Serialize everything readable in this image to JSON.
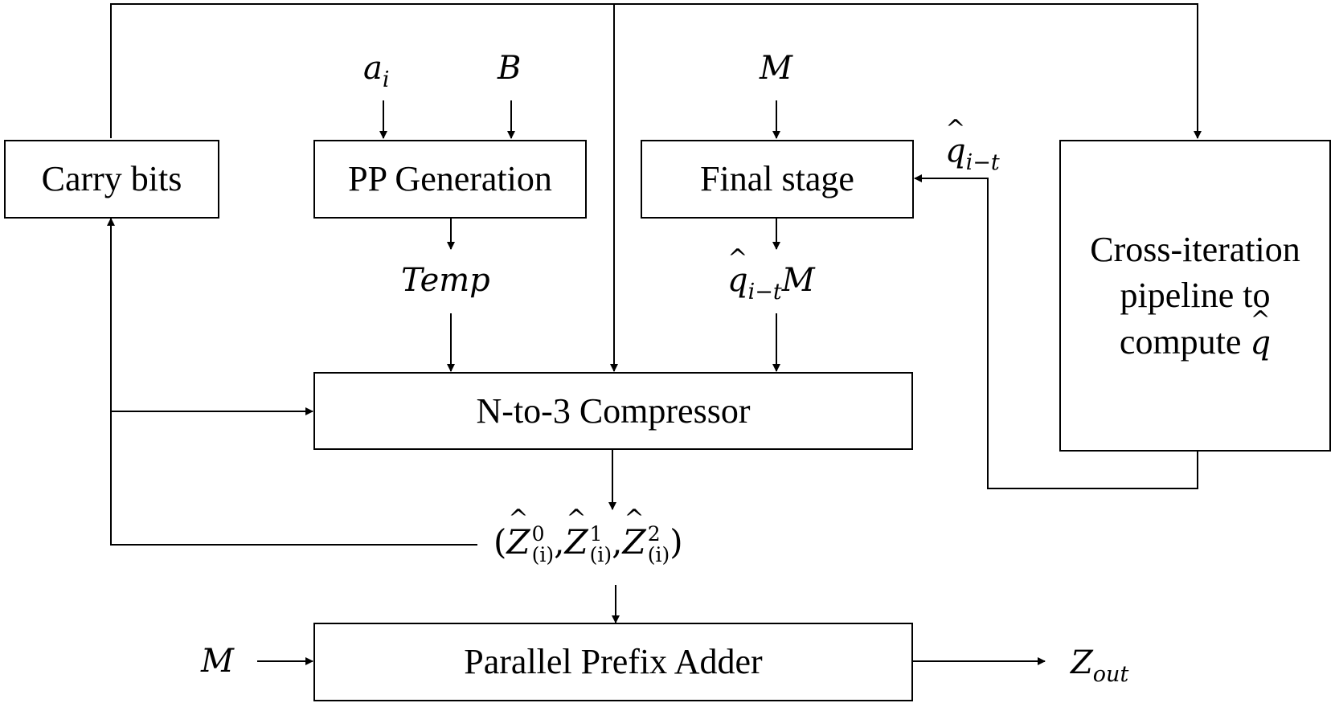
{
  "blocks": {
    "carry_bits": "Carry bits",
    "pp_generation": "PP Generation",
    "final_stage": "Final stage",
    "cross_iteration": {
      "line1": "Cross-iteration",
      "line2": "pipeline to",
      "line3": "compute",
      "symbol": "q"
    },
    "compressor": "N-to-3 Compressor",
    "prefix_adder": "Parallel Prefix Adder"
  },
  "signals": {
    "a": {
      "base": "a",
      "sub": "i"
    },
    "b": "B",
    "m_top": "M",
    "m_left": "M",
    "temp": "Temp",
    "q_in": {
      "base": "q",
      "sub": "i−t"
    },
    "q_m": {
      "base": "q",
      "sub": "i−t",
      "tail": "M"
    },
    "z_tuple": {
      "open": "(",
      "close": ")",
      "sep": ",",
      "base": "Z",
      "sups": [
        "0",
        "1",
        "2"
      ],
      "sub": "(i)"
    },
    "z_out": {
      "base": "Z",
      "sub": "out"
    }
  }
}
